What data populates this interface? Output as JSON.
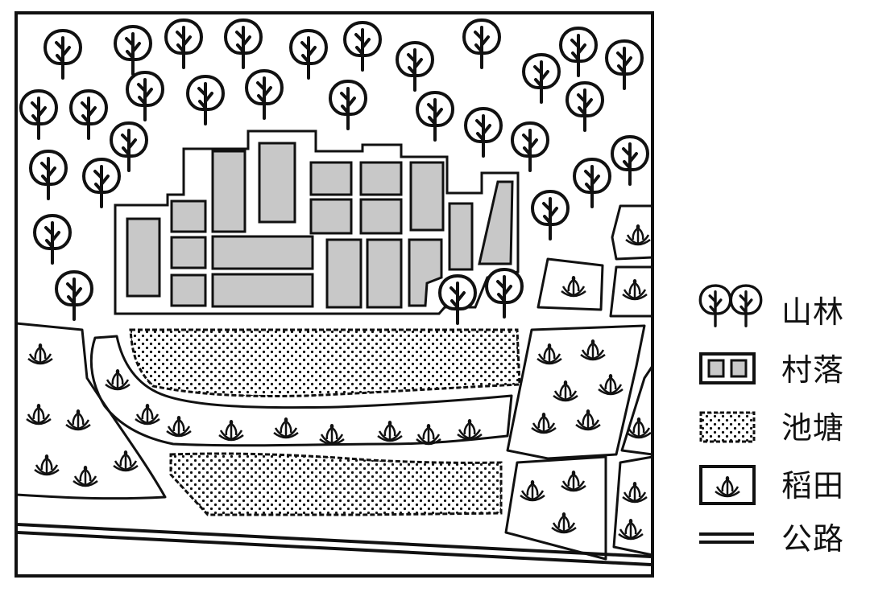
{
  "legend": {
    "items": [
      {
        "id": "forest",
        "label": "山林",
        "icon": "tree-icon"
      },
      {
        "id": "village",
        "label": "村落",
        "icon": "village-icon"
      },
      {
        "id": "pond",
        "label": "池塘",
        "icon": "pond-icon"
      },
      {
        "id": "paddy",
        "label": "稻田",
        "icon": "rice-plant-icon"
      },
      {
        "id": "road",
        "label": "公路",
        "icon": "road-icon"
      }
    ]
  },
  "colors": {
    "ink": "#111111",
    "building_fill": "#c8c8c8",
    "background": "#ffffff"
  }
}
